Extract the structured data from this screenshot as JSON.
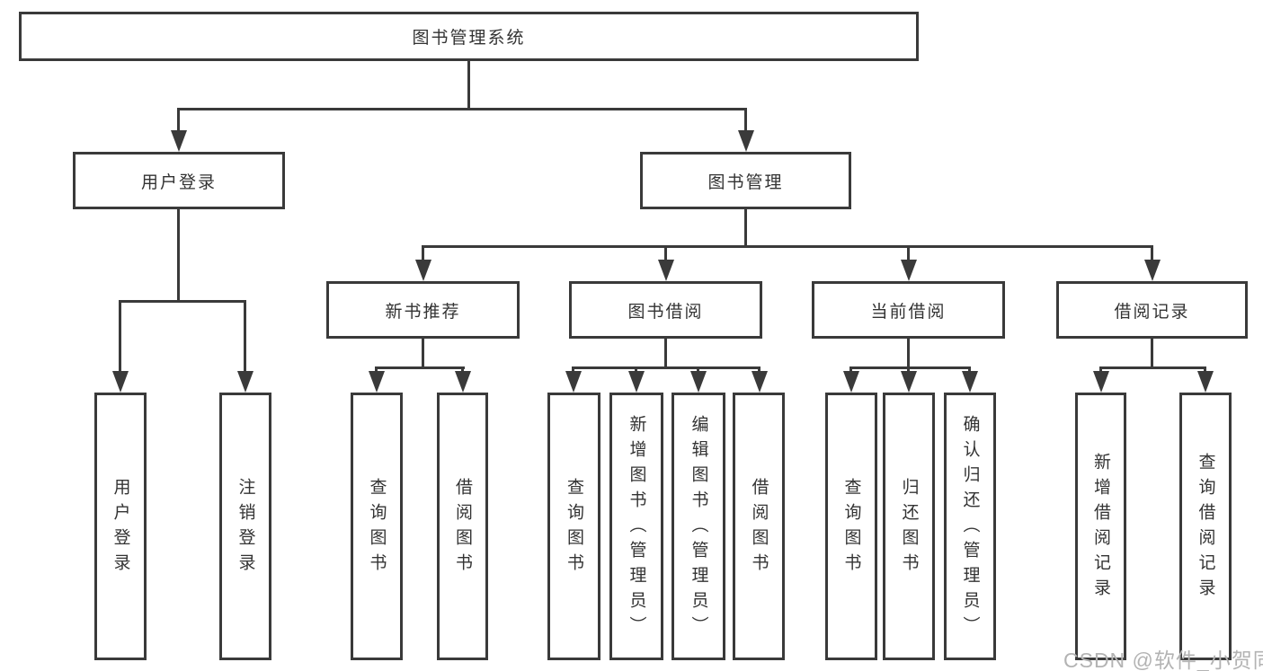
{
  "diagram": {
    "root": {
      "label": "图书管理系统"
    },
    "branches": {
      "user_login": {
        "label": "用户登录",
        "children": [
          {
            "label": "用户登录"
          },
          {
            "label": "注销登录"
          }
        ]
      },
      "book_management": {
        "label": "图书管理",
        "sections": [
          {
            "label": "新书推荐",
            "children": [
              {
                "label": "查询图书"
              },
              {
                "label": "借阅图书"
              }
            ]
          },
          {
            "label": "图书借阅",
            "children": [
              {
                "label": "查询图书"
              },
              {
                "label": "新增图书（管理员）"
              },
              {
                "label": "编辑图书（管理员）"
              },
              {
                "label": "借阅图书"
              }
            ]
          },
          {
            "label": "当前借阅",
            "children": [
              {
                "label": "查询图书"
              },
              {
                "label": "归还图书"
              },
              {
                "label": "确认归还（管理员）"
              }
            ]
          },
          {
            "label": "借阅记录",
            "children": [
              {
                "label": "新增借阅记录"
              },
              {
                "label": "查询借阅记录"
              }
            ]
          }
        ]
      }
    }
  },
  "watermark": {
    "text": "CSDN @软件_小贺同学"
  },
  "colors": {
    "line": "#3a3a3a",
    "text": "#333333",
    "background": "#ffffff",
    "watermark": "#b3b3b3"
  }
}
